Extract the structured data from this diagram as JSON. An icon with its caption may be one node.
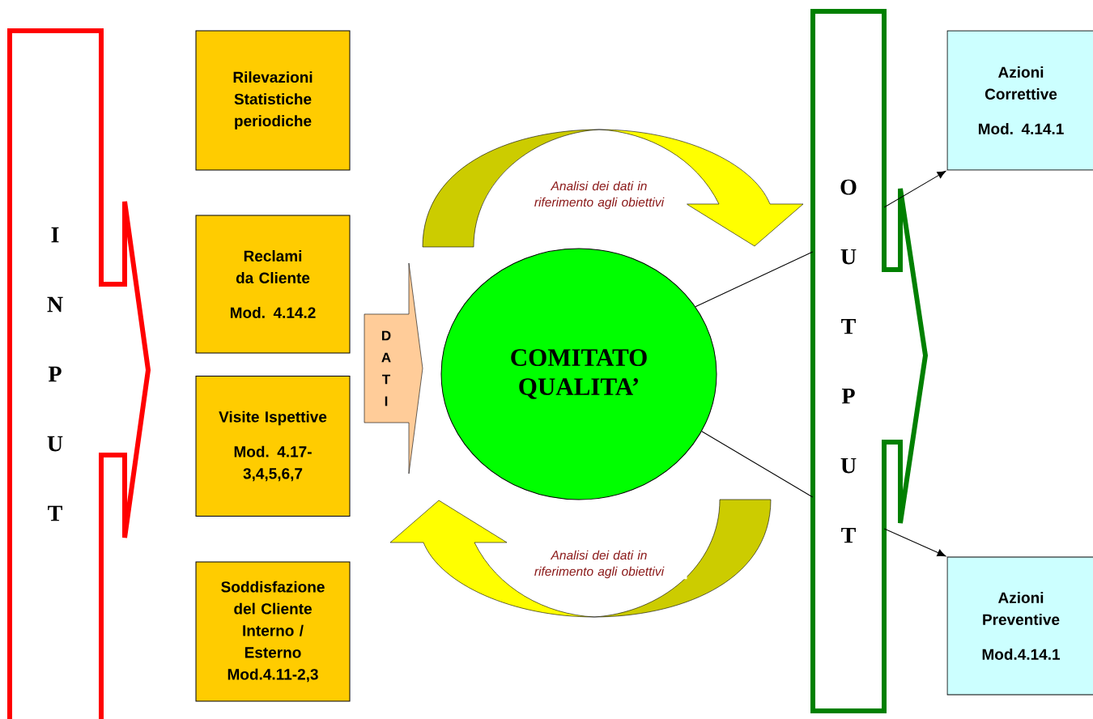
{
  "diagram": {
    "nodes": [
      {
        "text": [
          "I N P U T"
        ]
      },
      {
        "text": [
          "Rilevazioni Statistiche periodiche"
        ]
      },
      {
        "text": [
          "Reclami da Cliente",
          "Mod. 4.14.2"
        ]
      },
      {
        "text": [
          "Visite Ispettive",
          "Mod. 4.17-3,4,5,6,7"
        ]
      },
      {
        "text": [
          "Soddisfazione del Cliente Interno / Esterno Mod.4.11-2,3"
        ]
      },
      {
        "text": [
          "D A T I"
        ]
      },
      {
        "text": [
          "COMITATO QUALITA’"
        ]
      },
      {
        "text": [
          "O U T P U T"
        ]
      },
      {
        "text": [
          "Azioni Correttive",
          "Mod. 4.14.1"
        ]
      },
      {
        "text": [
          "Azioni Preventive",
          "Mod.4.14.1"
        ]
      }
    ],
    "edges": [
      {
        "from": 6,
        "to": 7,
        "arrow": "none"
      },
      {
        "from": 7,
        "to": 8,
        "arrow": "to"
      },
      {
        "from": 6,
        "to": 7,
        "arrow": "none"
      },
      {
        "from": 7,
        "to": 9,
        "arrow": "to"
      },
      {
        "from": 6,
        "to": 7,
        "arrow": "to",
        "label": "Analisi dei dati in riferimento agli obiettivi"
      },
      {
        "from": null,
        "to": 5,
        "arrow": "to",
        "label": "Analisi dei dati in riferimento agli obiettivi"
      }
    ]
  }
}
